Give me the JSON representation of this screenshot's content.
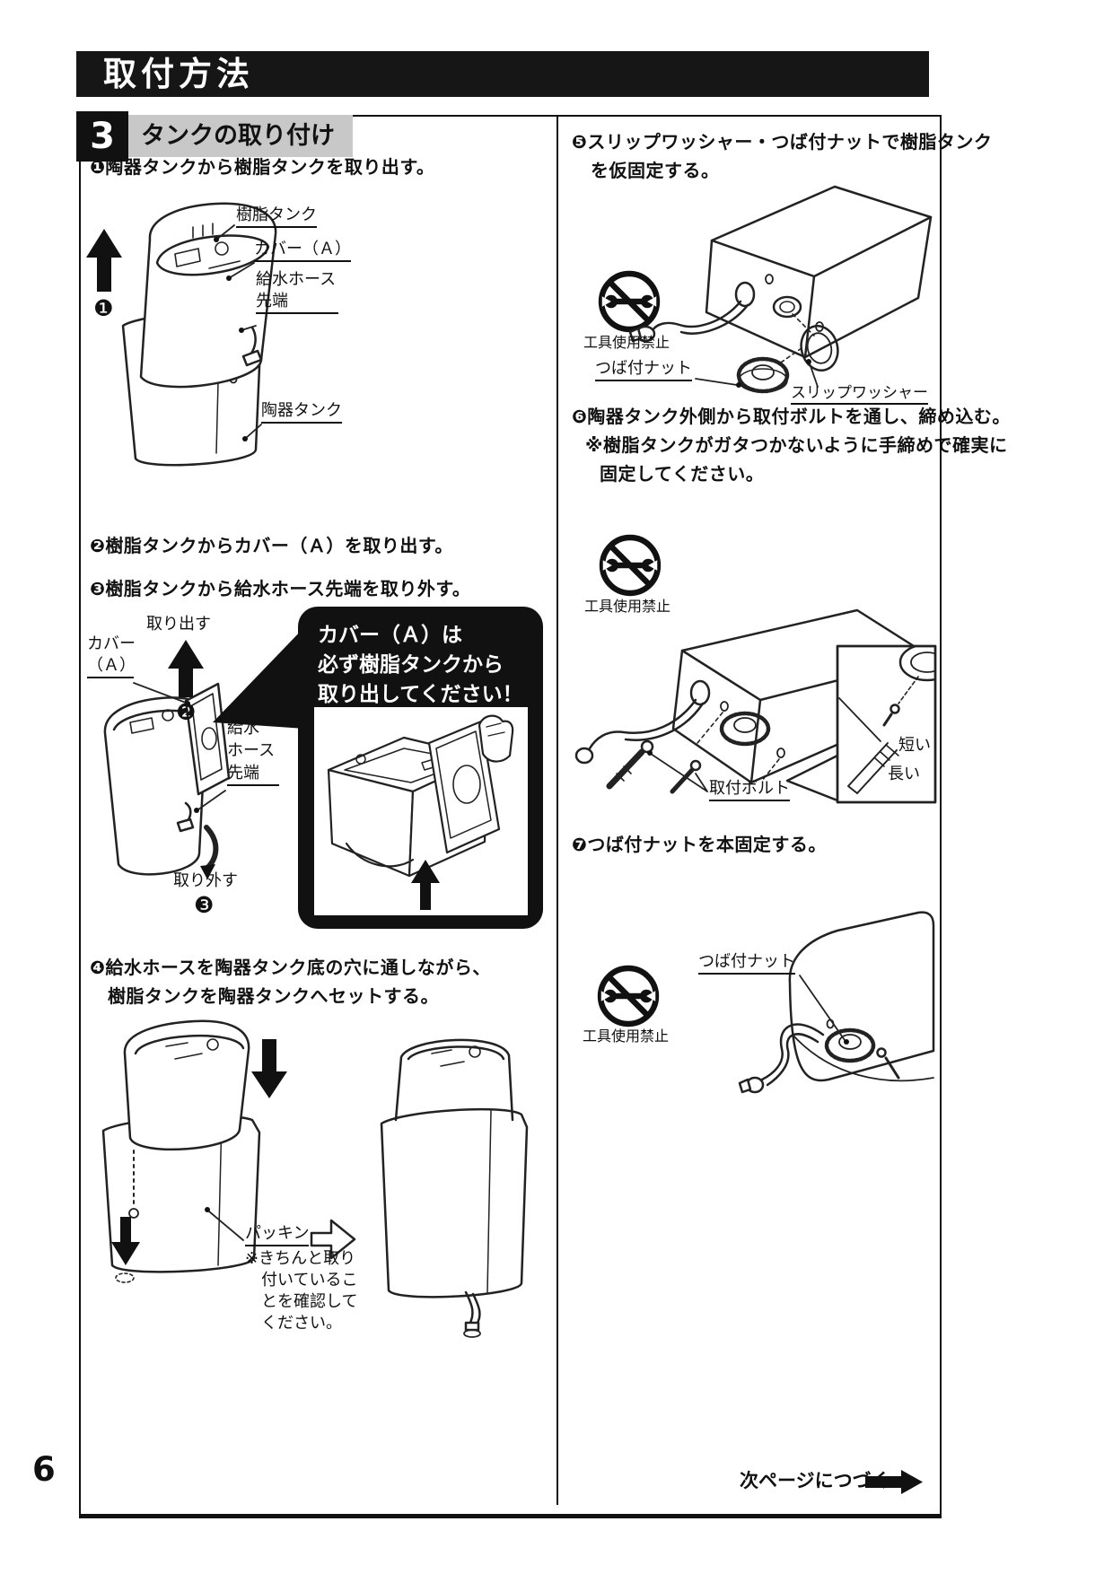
{
  "page": {
    "number": "6",
    "footer_continue": "次ページにつづく"
  },
  "header": {
    "title": "取付方法"
  },
  "section": {
    "number": "3",
    "title": "タンクの取り付け"
  },
  "colors": {
    "ink": "#111111",
    "band": "#c8c8c8"
  },
  "left": {
    "step1": "❶陶器タンクから樹脂タンクを取り出す。",
    "fig1": {
      "marker": "❶",
      "resin": "樹脂タンク",
      "cover": "カバー（Ａ）",
      "hose1": "給水ホース",
      "hose2": "先端",
      "ceramic": "陶器タンク"
    },
    "step2": "❷樹脂タンクからカバー（Ａ）を取り出す。",
    "step3": "❸樹脂タンクから給水ホース先端を取り外す。",
    "fig23": {
      "takeout": "取り出す",
      "marker2": "❷",
      "cover1": "カバー",
      "cover2": "（Ａ）",
      "hose1": "給水",
      "hose2": "ホース",
      "hose3": "先端",
      "detach": "取り外す",
      "marker3": "❸"
    },
    "warn": {
      "l1": "カバー（Ａ）は",
      "l2": "必ず樹脂タンクから",
      "l3": "取り出してください！"
    },
    "step4a": "❹給水ホースを陶器タンク底の穴に通しながら、",
    "step4b": "樹脂タンクを陶器タンクへセットする。",
    "fig4": {
      "packing": "パッキン",
      "n1": "※きちんと取り",
      "n2": "付いているこ",
      "n3": "とを確認して",
      "n4": "ください。"
    }
  },
  "right": {
    "step5a": "❺スリップワッシャー・つば付ナットで樹脂タンク",
    "step5b": "を仮固定する。",
    "fig5": {
      "notool": "工具使用禁止",
      "nut": "つば付ナット",
      "washer": "スリップワッシャー"
    },
    "step6a": "❻陶器タンク外側から取付ボルトを通し、締め込む。",
    "step6b": "※樹脂タンクがガタつかないように手締めで確実に",
    "step6c": "固定してください。",
    "fig6": {
      "notool": "工具使用禁止",
      "bolt": "取付ボルト",
      "short": "短い",
      "long": "長い"
    },
    "step7": "❼つば付ナットを本固定する。",
    "fig7": {
      "notool": "工具使用禁止",
      "nut": "つば付ナット"
    }
  }
}
